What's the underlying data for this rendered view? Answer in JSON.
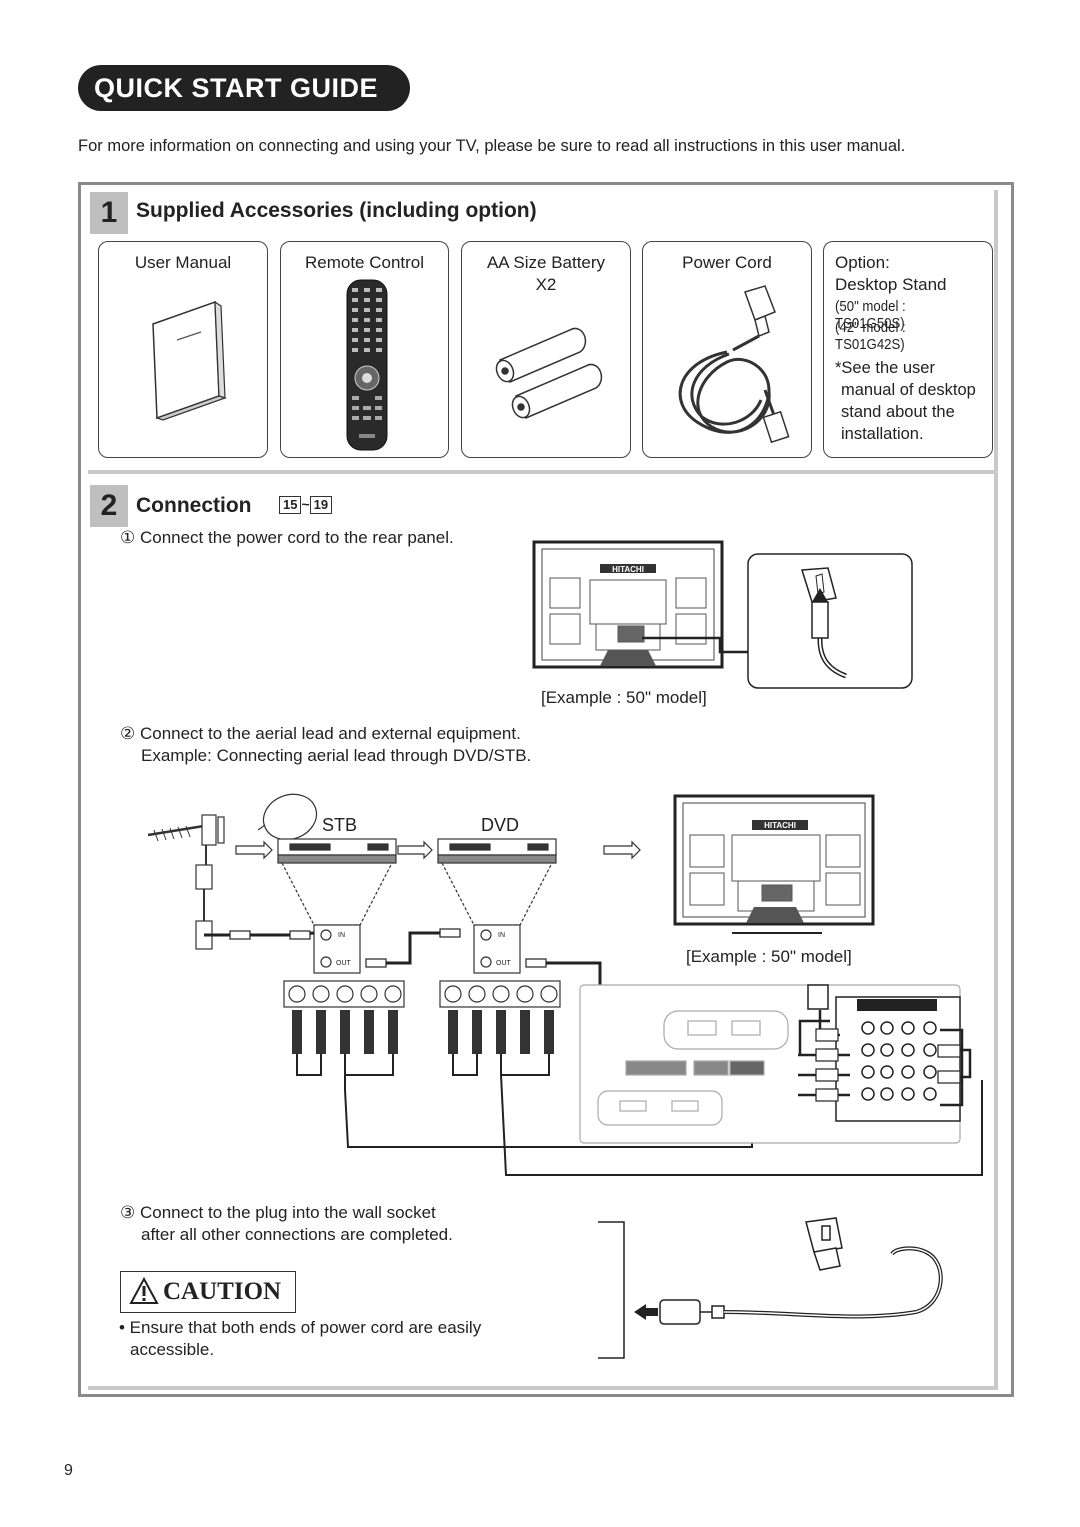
{
  "header": {
    "title": "QUICK START GUIDE"
  },
  "intro": "For more information on connecting and using your TV, please be sure to read all instructions in this user manual.",
  "section1": {
    "number": "1",
    "title": "Supplied Accessories (including option)",
    "cards": [
      {
        "label": "User Manual"
      },
      {
        "label": "Remote Control"
      },
      {
        "label": "AA Size Battery",
        "sublabel": "X2"
      },
      {
        "label": "Power Cord"
      }
    ],
    "option": {
      "line1": "Option:",
      "line2": "Desktop Stand",
      "model50": "(50\" model : TS01G50S)",
      "model42": "(42\" model : TS01G42S)",
      "note1": "*See the user",
      "note2": "manual of desktop",
      "note3": "stand about the",
      "note4": "installation."
    }
  },
  "section2": {
    "number": "2",
    "title": "Connection",
    "ref_start": "15",
    "ref_sep": "~",
    "ref_end": "19",
    "step1": "① Connect the power cord to the rear panel.",
    "example1": "[Example : 50\" model]",
    "step2_line1": "② Connect to the aerial lead and external equipment.",
    "step2_line2": "Example: Connecting aerial lead through DVD/STB.",
    "stb": "STB",
    "dvd": "DVD",
    "in_label": "IN",
    "out_label": "OUT",
    "example2": "[Example : 50\" model]",
    "brand": "HITACHI",
    "step3_line1": "③ Connect to the plug into the wall socket",
    "step3_line2": "after all other connections are completed."
  },
  "caution": {
    "title": "CAUTION",
    "text1": "• Ensure that both ends of power cord are easily",
    "text2": "accessible."
  },
  "page_number": "9"
}
